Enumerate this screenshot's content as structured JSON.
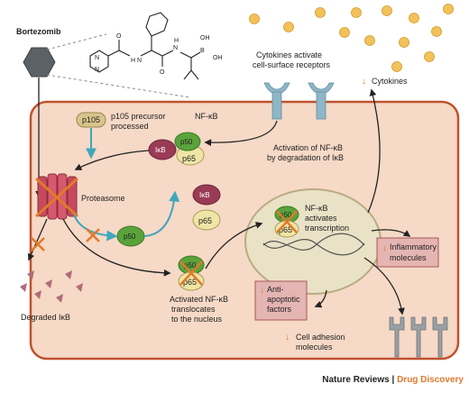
{
  "drug": {
    "name": "Bortezomib"
  },
  "labels": {
    "p105_box": "p105",
    "p105_processed": [
      "p105 precursor",
      "processed"
    ],
    "nfkb_complex_title": "NF-κB",
    "ikb": "IκB",
    "p50": "p50",
    "p65": "p65",
    "proteasome": "Proteasome",
    "activation": [
      "Activation of NF-κB",
      "by degradation of IκB"
    ],
    "cytokines_activate": [
      "Cytokines activate",
      "cell-surface receptors"
    ],
    "cytokines": "Cytokines",
    "nfkb_activates": [
      "NF-κB",
      "activates",
      "transcription"
    ],
    "activated_translocates": [
      "Activated NF-κB",
      "translocates",
      "to the nucleus"
    ],
    "degraded_ikb": "Degraded IκB",
    "inflammatory": [
      "Inflammatory",
      "molecules"
    ],
    "anti_apoptotic": [
      "Anti-",
      "apoptotic",
      "factors"
    ],
    "cell_adhesion": [
      "Cell adhesion",
      "molecules"
    ]
  },
  "footer": {
    "publisher": "Nature Reviews",
    "separator": " | ",
    "journal": "Drug Discovery"
  },
  "colors": {
    "cell_fill": "#f6d9c6",
    "cell_border": "#c0522e",
    "nucleus_fill": "#e9e2c6",
    "nucleus_border": "#b8ab82",
    "p50": "#5aa33c",
    "p65": "#efe5a6",
    "ikb": "#9a3b56",
    "p105": "#d9c58c",
    "cytokine": "#f2c25a",
    "receptor": "#8fb6c6",
    "arrow_teal": "#3fa6be",
    "cross": "#e07a2a",
    "box_fill": "#e4b5b2",
    "box_border": "#a9585a",
    "degraded": "#b06c7a",
    "bortezomib": "#5c6166"
  }
}
